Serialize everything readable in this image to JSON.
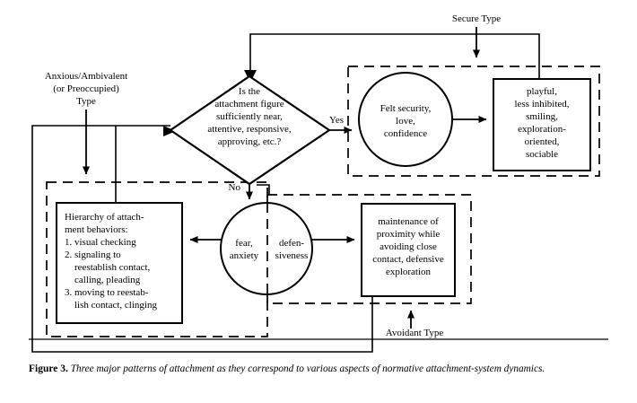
{
  "figure": {
    "caption_label": "Figure 3.",
    "caption_text": "Three major patterns of attachment as they correspond to various aspects of normative attachment-system dynamics."
  },
  "colors": {
    "stroke": "#000000",
    "background": "#ffffff",
    "text": "#000000"
  },
  "diagram": {
    "type": "flowchart",
    "decision": {
      "name": "attachment-appraisal-decision",
      "lines": [
        "Is the",
        "attachment figure",
        "sufficiently near,",
        "attentive, responsive,",
        "approving, etc.?"
      ]
    },
    "edge_labels": {
      "yes": "Yes",
      "no": "No"
    },
    "type_labels": {
      "secure": "Secure Type",
      "avoidant": "Avoidant Type",
      "anxious": [
        "Anxious/Ambivalent",
        "(or Preoccupied)",
        "Type"
      ]
    },
    "nodes": {
      "felt_security": {
        "shape": "circle",
        "lines": [
          "Felt security,",
          "love,",
          "confidence"
        ]
      },
      "playful_outcomes": {
        "shape": "rect",
        "lines": [
          "playful,",
          "less inhibited,",
          "smiling,",
          "exploration-",
          "oriented,",
          "sociable"
        ]
      },
      "fear_defensiveness": {
        "shape": "circle-split",
        "left_lines": [
          "fear,",
          "anxiety"
        ],
        "right_lines": [
          "defen-",
          "siveness"
        ]
      },
      "hierarchy": {
        "shape": "rect",
        "lines": [
          "Hierarchy of attach-",
          "ment behaviors:",
          "1. visual checking",
          "2. signaling to",
          "    reestablish contact,",
          "    calling, pleading",
          "3. moving to reestab-",
          "    lish contact, clinging"
        ]
      },
      "maintenance": {
        "shape": "rect",
        "lines": [
          "maintenance of",
          "proximity while",
          "avoiding close",
          "contact, defensive",
          "exploration"
        ]
      }
    },
    "groups": {
      "secure_group": "Secure Type",
      "avoidant_group": "Avoidant Type",
      "anxious_group": "Anxious/Ambivalent (or Preoccupied) Type"
    }
  }
}
